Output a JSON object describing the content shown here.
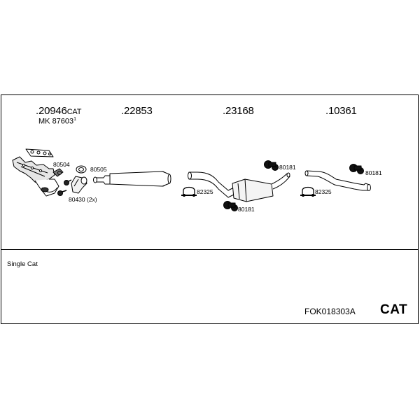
{
  "parts": {
    "p1": {
      "number": ".20946",
      "suffix": "CAT",
      "sub_prefix": "MK",
      "sub_number": "87603",
      "sub_sup": "1"
    },
    "p2": {
      "number": ".22853"
    },
    "p3": {
      "number": ".23168"
    },
    "p4": {
      "number": ".10361"
    }
  },
  "labels": {
    "l80504": "80504",
    "l80505": "80505",
    "l80430": "80430 (2x)",
    "l82325a": "82325",
    "l80181a": "80181",
    "l80181b": "80181",
    "l82325b": "82325",
    "l80181c": "80181"
  },
  "footer": {
    "note": "Single Cat",
    "code": "FOK018303A",
    "badge": "CAT"
  }
}
